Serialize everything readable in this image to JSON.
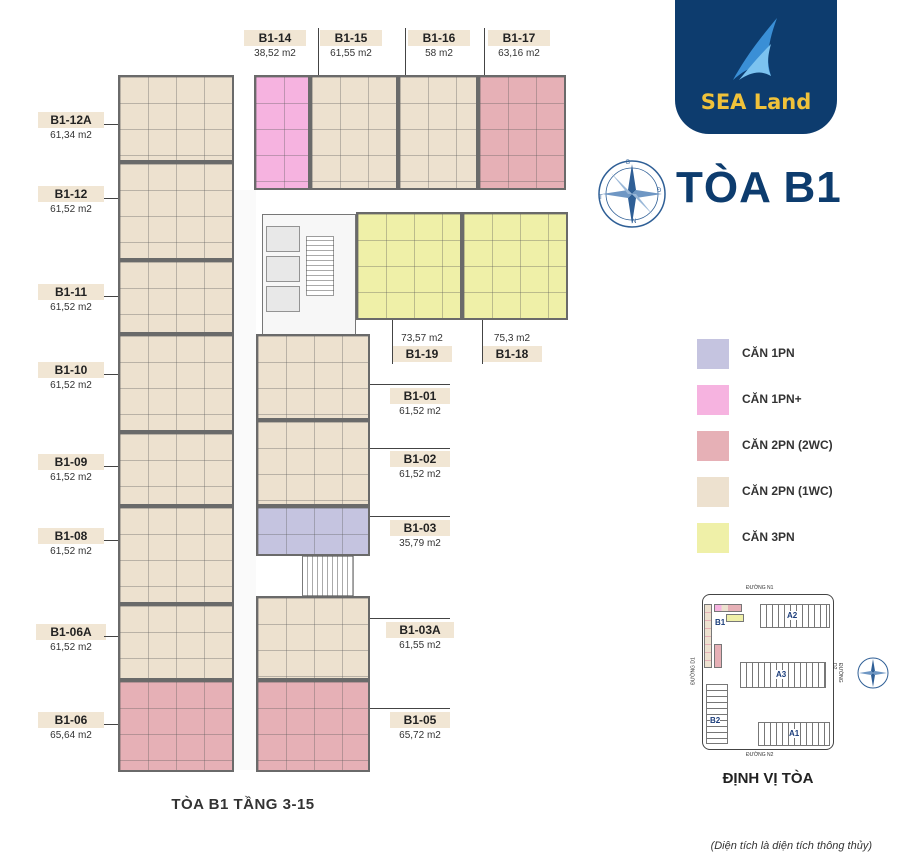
{
  "logo": {
    "brand": "SEA Land",
    "bg_color": "#0d3c6e"
  },
  "compass": {
    "icon": "compass-rose-icon",
    "letters": [
      "B",
      "Đ",
      "N",
      "T"
    ]
  },
  "title": "TÒA B1",
  "floor_title": "TÒA B1 TẦNG 3-15",
  "footnote": "(Diện tích là diện tích thông thủy)",
  "units": [
    {
      "code": "B1-14",
      "area": "38,52 m2",
      "type": "1pn_plus"
    },
    {
      "code": "B1-15",
      "area": "61,55 m2",
      "type": "2pn_1wc"
    },
    {
      "code": "B1-16",
      "area": "58 m2",
      "type": "2pn_1wc"
    },
    {
      "code": "B1-17",
      "area": "63,16 m2",
      "type": "2pn_2wc"
    },
    {
      "code": "B1-12A",
      "area": "61,34 m2",
      "type": "2pn_1wc"
    },
    {
      "code": "B1-12",
      "area": "61,52 m2",
      "type": "2pn_1wc"
    },
    {
      "code": "B1-11",
      "area": "61,52 m2",
      "type": "2pn_1wc"
    },
    {
      "code": "B1-10",
      "area": "61,52 m2",
      "type": "2pn_1wc"
    },
    {
      "code": "B1-09",
      "area": "61,52 m2",
      "type": "2pn_1wc"
    },
    {
      "code": "B1-08",
      "area": "61,52 m2",
      "type": "2pn_1wc"
    },
    {
      "code": "B1-06A",
      "area": "61,52 m2",
      "type": "2pn_1wc"
    },
    {
      "code": "B1-06",
      "area": "65,64 m2",
      "type": "2pn_2wc"
    },
    {
      "code": "B1-19",
      "area": "73,57 m2",
      "type": "3pn"
    },
    {
      "code": "B1-18",
      "area": "75,3 m2",
      "type": "3pn"
    },
    {
      "code": "B1-01",
      "area": "61,52 m2",
      "type": "2pn_1wc"
    },
    {
      "code": "B1-02",
      "area": "61,52 m2",
      "type": "2pn_1wc"
    },
    {
      "code": "B1-03",
      "area": "35,79 m2",
      "type": "1pn"
    },
    {
      "code": "B1-03A",
      "area": "61,55 m2",
      "type": "2pn_1wc"
    },
    {
      "code": "B1-05",
      "area": "65,72 m2",
      "type": "2pn_2wc"
    }
  ],
  "legend": [
    {
      "label": "CĂN 1PN",
      "color": "#c5c4e0"
    },
    {
      "label": "CĂN 1PN+",
      "color": "#f6b3e0"
    },
    {
      "label": "CĂN 2PN (2WC)",
      "color": "#e6b0b6"
    },
    {
      "label": "CĂN 2PN (1WC)",
      "color": "#ede1cf"
    },
    {
      "label": "CĂN 3PN",
      "color": "#eff0a8"
    }
  ],
  "colors": {
    "1pn": "#c5c4e0",
    "1pn_plus": "#f6b3e0",
    "2pn_2wc": "#e6b0b6",
    "2pn_1wc": "#ede1cf",
    "3pn": "#eff0a8"
  },
  "site_map": {
    "title": "ĐỊNH VỊ TÒA",
    "roads": [
      "ĐƯỜNG N1",
      "ĐƯỜNG N2",
      "ĐƯỜNG D1",
      "ĐƯỜNG D2"
    ],
    "blocks": [
      "B1",
      "A2",
      "A3",
      "B2",
      "A1"
    ]
  }
}
